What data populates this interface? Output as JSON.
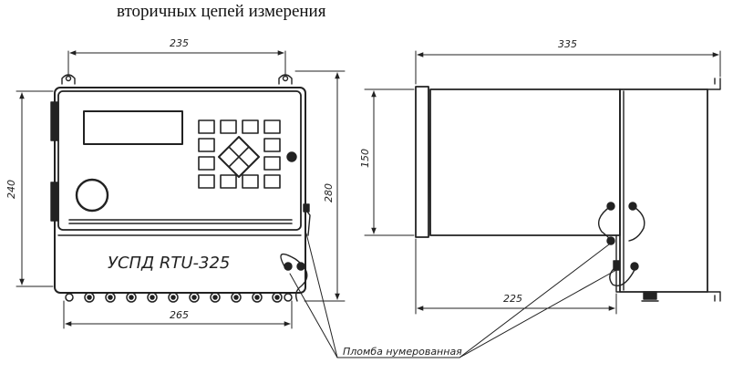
{
  "heading": "вторичных цепей измерения",
  "front_view": {
    "device_label": "УСПД RTU-325",
    "dim_top_width": "235",
    "dim_bottom_width": "265",
    "dim_left_height": "240",
    "dim_right_height": "280"
  },
  "side_view": {
    "dim_depth_total": "335",
    "dim_depth_lower": "225",
    "dim_height": "150"
  },
  "callout": {
    "label": "Пломба нумерованная"
  }
}
